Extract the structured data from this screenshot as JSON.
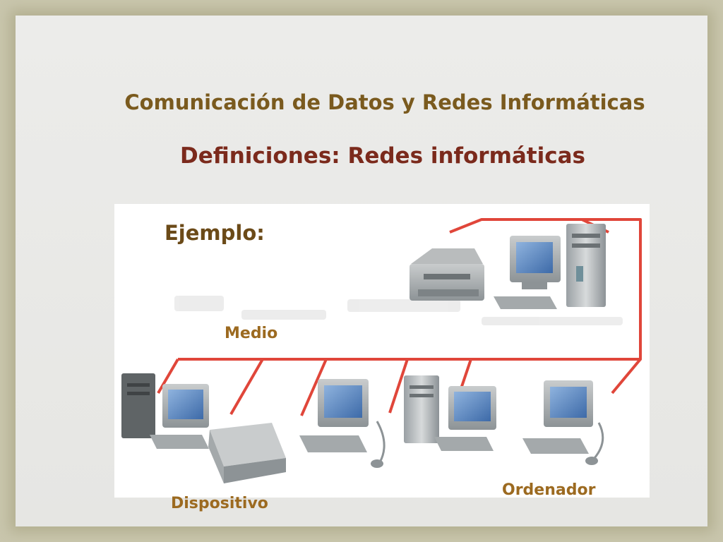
{
  "slide": {
    "title": "Comunicación de Datos y Redes Informáticas",
    "subtitle": "Definiciones: Redes informáticas"
  },
  "diagram": {
    "example_label": "Ejemplo:",
    "labels": {
      "medium": "Medio",
      "device": "Dispositivo",
      "computer": "Ordenador"
    }
  },
  "colors": {
    "title": "#7a5a1e",
    "subtitle": "#7b2a1c",
    "label": "#9c6a20",
    "network_cable": "#e0463a"
  }
}
